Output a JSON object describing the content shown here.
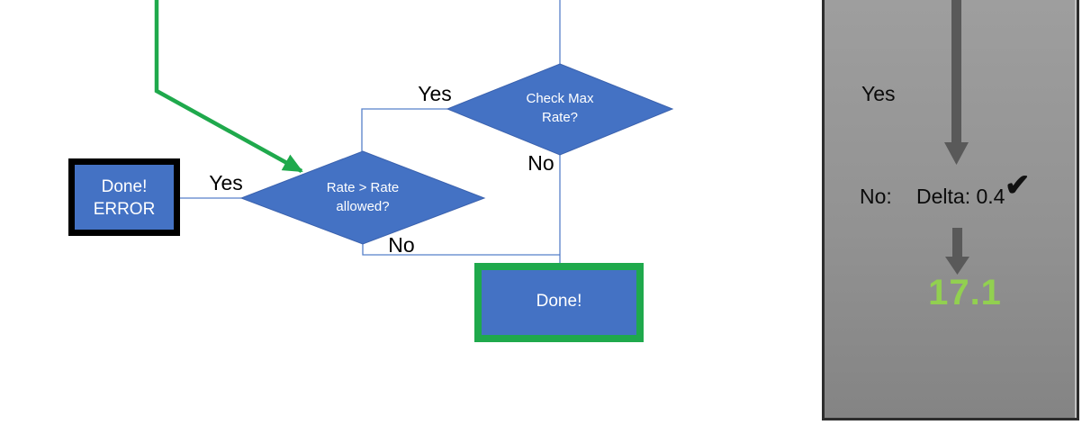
{
  "flowchart": {
    "check_max_decision": {
      "label": "Check Max\nRate?",
      "yes_label": "Yes",
      "no_label": "No"
    },
    "rate_allowed_decision": {
      "label": "Rate > Rate\nallowed?",
      "yes_label": "Yes",
      "no_label": "No"
    },
    "done_error_box": {
      "label": "Done!\nERROR"
    },
    "done_box": {
      "label": "Done!"
    }
  },
  "side_panel": {
    "yes_label": "Yes",
    "no_label": "No:",
    "delta_value": "Delta: 0.4",
    "checkmark_icon": "✔",
    "result_value": "17.1"
  },
  "colors": {
    "shape_fill_blue": "#4472C4",
    "connector_blue": "#4472C4",
    "highlight_green": "#1FA94C",
    "result_green": "#92D050",
    "arrow_gray": "#595959",
    "panel_gray": "#8f8f8f",
    "error_border_black": "#000000"
  }
}
